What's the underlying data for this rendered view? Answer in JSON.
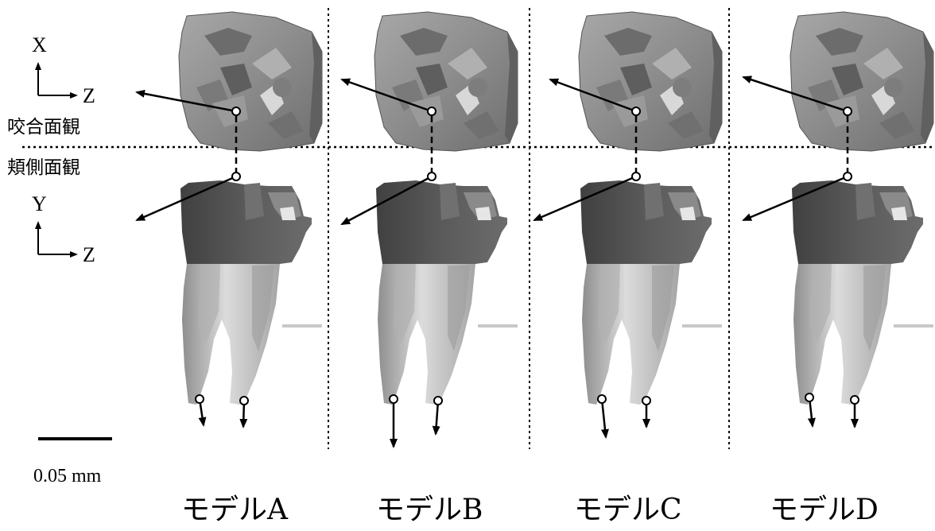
{
  "axes": {
    "occlusal": {
      "vertical": "X",
      "horizontal": "Z"
    },
    "buccal": {
      "vertical": "Y",
      "horizontal": "Z"
    }
  },
  "views": {
    "occlusal_label": "咬合面観",
    "buccal_label": "頬側面観"
  },
  "scale_bar": {
    "label": "0.05 mm"
  },
  "models": [
    {
      "label": "モデルA",
      "distal_root_arrow": 0.6,
      "mesial_root_arrow": 0.6
    },
    {
      "label": "モデルB",
      "distal_root_arrow": 1.0,
      "mesial_root_arrow": 0.6
    },
    {
      "label": "モデルC",
      "distal_root_arrow": 0.7,
      "mesial_root_arrow": 0.6
    },
    {
      "label": "モデルD",
      "distal_root_arrow": 0.5,
      "mesial_root_arrow": 0.5
    }
  ],
  "colors": {
    "occlusal_fill": "#8a8a8a",
    "crown_dark": "#4a4a4a",
    "root_light": "#c4c4c4",
    "guide_line": "#c8c8c8"
  }
}
